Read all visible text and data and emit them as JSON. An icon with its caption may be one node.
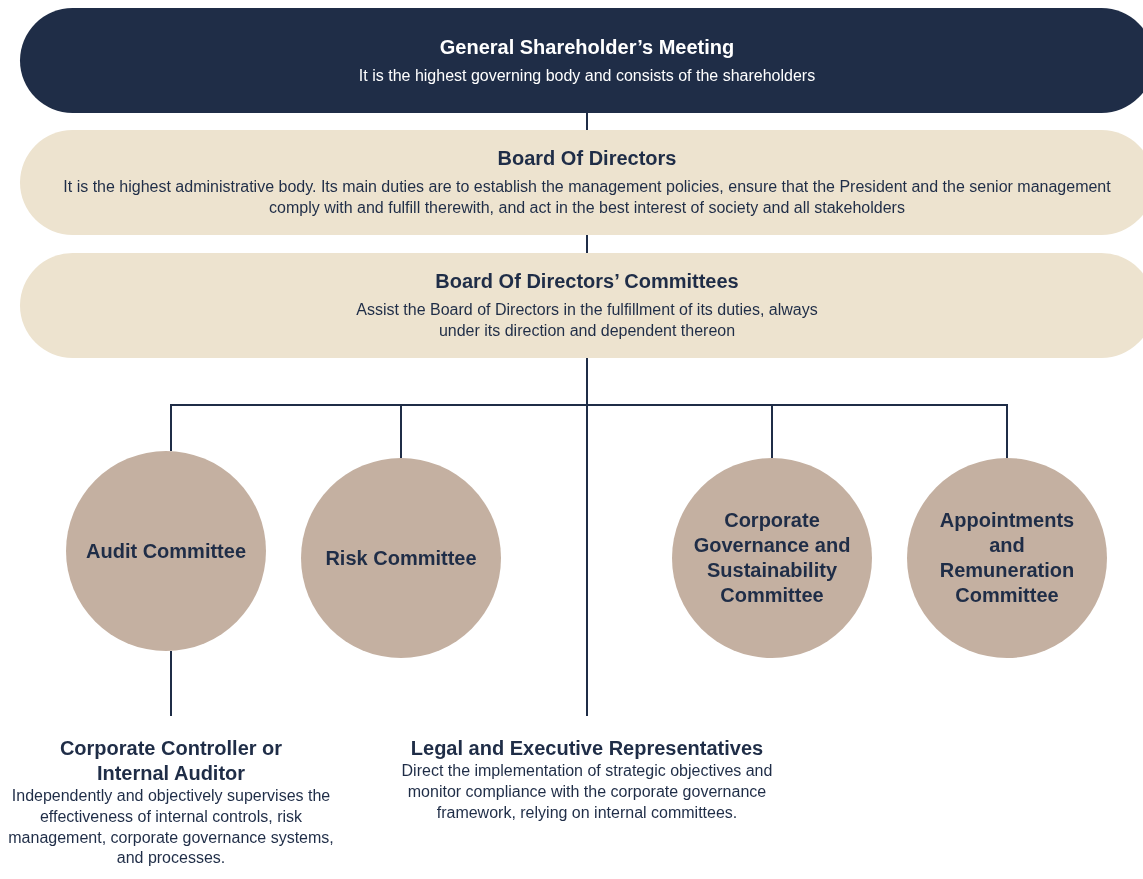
{
  "diagram": {
    "nodes": [
      {
        "text": [
          "General Shareholder’s Meeting",
          "It is the highest governing body and consists of the shareholders"
        ]
      },
      {
        "text": [
          "Board Of Directors",
          "It is the highest administrative body. Its main duties are to establish the management policies, ensure that the President and the senior management comply with and fulfill therewith, and act in the best interest of society and all stakeholders"
        ]
      },
      {
        "text": [
          "Board Of Directors’ Committees",
          "Assist the Board of Directors in the fulfillment of its duties, always under its direction and dependent thereon"
        ]
      },
      {
        "text": [
          "Audit Committee"
        ]
      },
      {
        "text": [
          "Risk Committee"
        ]
      },
      {
        "text": [
          "Corporate Governance and Sustainability Committee"
        ]
      },
      {
        "text": [
          "Appointments and Remuneration Committee"
        ]
      },
      {
        "text": [
          "Corporate Controller or Internal Auditor",
          "Independently and objectively supervises the effectiveness of internal controls, risk management, corporate governance systems, and processes."
        ]
      },
      {
        "text": [
          "Legal and Executive Representatives",
          "Direct the implementation of strategic objectives and monitor compliance with the corporate governance framework, relying on internal committees."
        ]
      }
    ],
    "edges": [
      {
        "from": 0,
        "to": 1,
        "arrow": "none"
      },
      {
        "from": 1,
        "to": 2,
        "arrow": "none"
      },
      {
        "from": 2,
        "to": 3,
        "arrow": "none"
      },
      {
        "from": 2,
        "to": 4,
        "arrow": "none"
      },
      {
        "from": 2,
        "to": 5,
        "arrow": "none"
      },
      {
        "from": 2,
        "to": 6,
        "arrow": "none"
      },
      {
        "from": 2,
        "to": 8,
        "arrow": "none"
      },
      {
        "from": 3,
        "to": 7,
        "arrow": "none"
      }
    ]
  }
}
